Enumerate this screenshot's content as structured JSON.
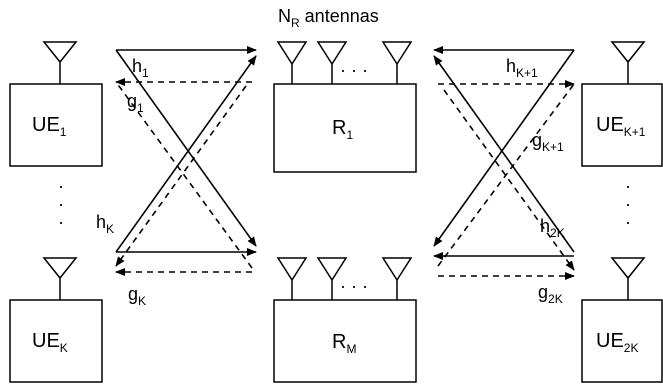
{
  "title": {
    "main": "N",
    "sub": "R",
    "rest": " antennas"
  },
  "ue_boxes": [
    {
      "main": "UE",
      "sub": "1"
    },
    {
      "main": "UE",
      "sub": "K"
    },
    {
      "main": "UE",
      "sub": "K+1"
    },
    {
      "main": "UE",
      "sub": "2K"
    }
  ],
  "relay_boxes": [
    {
      "main": "R",
      "sub": "1"
    },
    {
      "main": "R",
      "sub": "M"
    }
  ],
  "channel_labels": {
    "h1": {
      "main": "h",
      "sub": "1"
    },
    "g1": {
      "main": "g",
      "sub": "1"
    },
    "hK": {
      "main": "h",
      "sub": "K"
    },
    "gK": {
      "main": "g",
      "sub": "K"
    },
    "hK1": {
      "main": "h",
      "sub": "K+1"
    },
    "gK1": {
      "main": "g",
      "sub": "K+1"
    },
    "h2K": {
      "main": "h",
      "sub": "2K"
    },
    "g2K": {
      "main": "g",
      "sub": "2K"
    }
  },
  "ellipsis": "·  ·  ·",
  "vdots": "·"
}
